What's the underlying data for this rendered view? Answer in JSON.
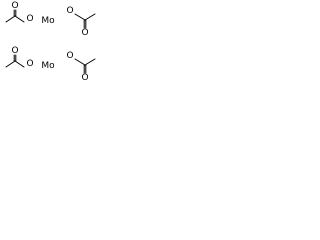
{
  "diagram": {
    "colors": {
      "ink": "#000000",
      "background": "#ffffff"
    },
    "labels": {
      "upper_o_left": "O",
      "upper_mo": "Mo",
      "upper_o_right": "O",
      "upper_carbonyl_left": "O",
      "upper_carbonyl_right": "O",
      "lower_o_left": "O",
      "lower_mo": "Mo",
      "lower_o_right": "O",
      "lower_carbonyl_left": "O",
      "lower_carbonyl_right": "O"
    }
  }
}
